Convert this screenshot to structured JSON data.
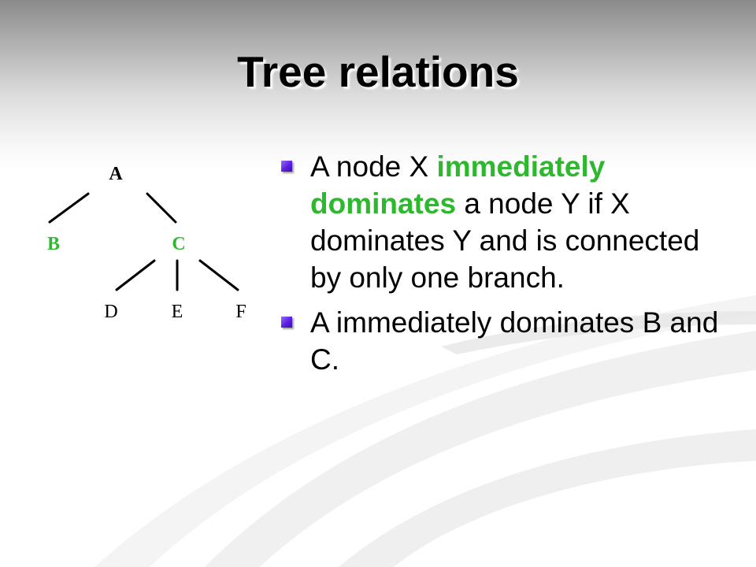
{
  "slide": {
    "title": "Tree relations"
  },
  "tree": {
    "nodes": [
      {
        "label": "A",
        "color": "#000000",
        "bold": true
      },
      {
        "label": "B",
        "color": "#2eb82e",
        "bold": true
      },
      {
        "label": "C",
        "color": "#2eb82e",
        "bold": true
      },
      {
        "label": "D",
        "color": "#000000",
        "bold": false
      },
      {
        "label": "E",
        "color": "#000000",
        "bold": false
      },
      {
        "label": "F",
        "color": "#000000",
        "bold": false
      }
    ],
    "edges": [
      [
        "A",
        "B"
      ],
      [
        "A",
        "C"
      ],
      [
        "C",
        "D"
      ],
      [
        "C",
        "E"
      ],
      [
        "C",
        "F"
      ]
    ]
  },
  "bullets": [
    {
      "parts": [
        {
          "text": "A node X "
        },
        {
          "text": "immediately dominates",
          "highlight": true
        },
        {
          "text": " a node Y if X dominates Y and is connected by only one branch."
        }
      ]
    },
    {
      "parts": [
        {
          "text": "A immediately dominates B and C."
        }
      ]
    }
  ],
  "colors": {
    "highlight": "#2eb82e",
    "bullet": "#5a1fe0",
    "text": "#000000"
  }
}
